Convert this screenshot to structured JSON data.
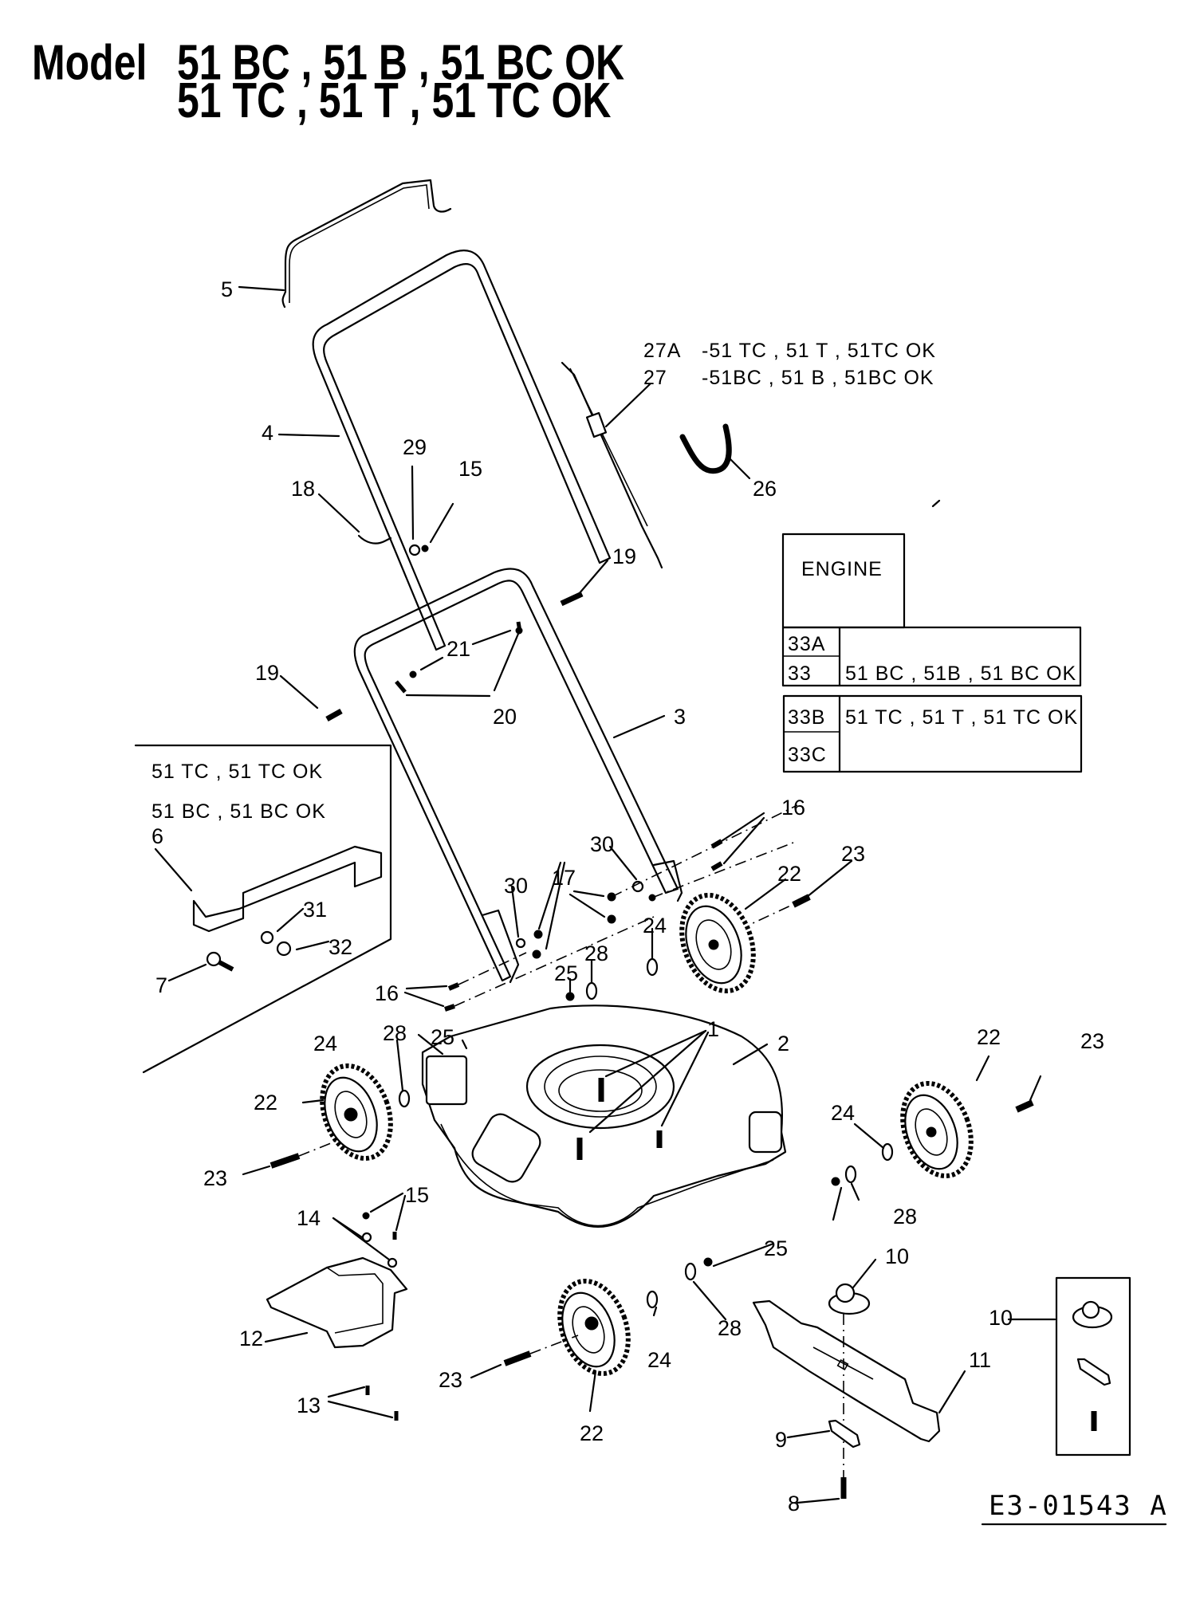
{
  "title": {
    "prefix": "Model",
    "line1": "51 BC , 51 B , 51 BC OK",
    "line2": "51 TC , 51 T , 51 TC OK"
  },
  "drawing_code": "E3-01543 A",
  "cable_note": {
    "row1": {
      "part": "27A",
      "models": "-51 TC , 51 T , 51TC OK"
    },
    "row2": {
      "part": "27",
      "models": "-51BC , 51 B , 51BC OK"
    }
  },
  "engine_table": {
    "header": "ENGINE",
    "group1": [
      {
        "part": "33A",
        "models": ""
      },
      {
        "part": "33",
        "models": "51 BC , 51B , 51 BC OK"
      }
    ],
    "group2": [
      {
        "part": "33B",
        "models": "51 TC , 51 T , 51 TC OK"
      },
      {
        "part": "33C",
        "models": ""
      }
    ]
  },
  "inset_bracket": {
    "models_line1": "51 TC  ,  51 TC OK",
    "models_line2": "51 BC  ,  51 BC OK"
  },
  "callouts": [
    {
      "id": "c5",
      "text": "5"
    },
    {
      "id": "c4",
      "text": "4"
    },
    {
      "id": "c27a",
      "text": "27A"
    },
    {
      "id": "c26",
      "text": "26"
    },
    {
      "id": "c29",
      "text": "29"
    },
    {
      "id": "c15a",
      "text": "15"
    },
    {
      "id": "c18",
      "text": "18"
    },
    {
      "id": "c19a",
      "text": "19"
    },
    {
      "id": "c19b",
      "text": "19"
    },
    {
      "id": "c21",
      "text": "21"
    },
    {
      "id": "c20",
      "text": "20"
    },
    {
      "id": "c3",
      "text": "3"
    },
    {
      "id": "c6",
      "text": "6"
    },
    {
      "id": "c31",
      "text": "31"
    },
    {
      "id": "c32",
      "text": "32"
    },
    {
      "id": "c7",
      "text": "7"
    },
    {
      "id": "c16a",
      "text": "16"
    },
    {
      "id": "c30a",
      "text": "30"
    },
    {
      "id": "c30b",
      "text": "30"
    },
    {
      "id": "c17",
      "text": "17"
    },
    {
      "id": "c23a",
      "text": "23"
    },
    {
      "id": "c22a",
      "text": "22"
    },
    {
      "id": "c24a",
      "text": "24"
    },
    {
      "id": "c25a",
      "text": "25"
    },
    {
      "id": "c28a",
      "text": "28"
    },
    {
      "id": "c16b",
      "text": "16"
    },
    {
      "id": "c28b",
      "text": "28"
    },
    {
      "id": "c25b",
      "text": "25"
    },
    {
      "id": "c1",
      "text": "1"
    },
    {
      "id": "c2",
      "text": "2"
    },
    {
      "id": "c24b",
      "text": "24"
    },
    {
      "id": "c22b",
      "text": "22"
    },
    {
      "id": "c23b",
      "text": "23"
    },
    {
      "id": "c22c",
      "text": "22"
    },
    {
      "id": "c23c",
      "text": "23"
    },
    {
      "id": "c24c",
      "text": "24"
    },
    {
      "id": "c28c",
      "text": "28"
    },
    {
      "id": "c25c",
      "text": "25"
    },
    {
      "id": "c15b",
      "text": "15"
    },
    {
      "id": "c14",
      "text": "14"
    },
    {
      "id": "c12",
      "text": "12"
    },
    {
      "id": "c13",
      "text": "13"
    },
    {
      "id": "c23d",
      "text": "23"
    },
    {
      "id": "c22d",
      "text": "22"
    },
    {
      "id": "c24d",
      "text": "24"
    },
    {
      "id": "c28d",
      "text": "28"
    },
    {
      "id": "c10a",
      "text": "10"
    },
    {
      "id": "c10b",
      "text": "10"
    },
    {
      "id": "c11",
      "text": "11"
    },
    {
      "id": "c9",
      "text": "9"
    },
    {
      "id": "c8",
      "text": "8"
    }
  ]
}
